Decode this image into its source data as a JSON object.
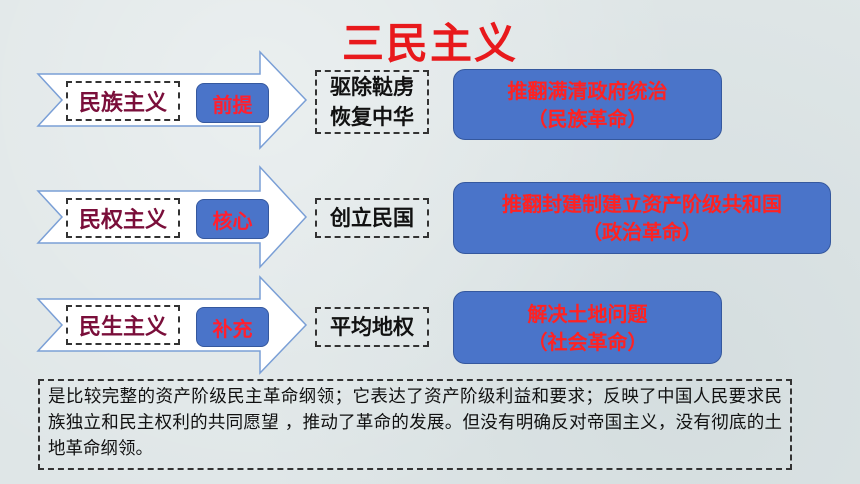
{
  "title": "三民主义",
  "rows": [
    {
      "principle": "民族主义",
      "tag": "前提",
      "slogan": [
        "驱除鞑虏",
        "恢复中华"
      ],
      "result": [
        "推翻满清政府统治",
        "（民族革命）"
      ]
    },
    {
      "principle": "民权主义",
      "tag": "核心",
      "slogan": [
        "创立民国"
      ],
      "result": [
        "推翻封建制建立资产阶级共和国",
        "（政治革命）"
      ]
    },
    {
      "principle": "民生主义",
      "tag": "补充",
      "slogan": [
        "平均地权"
      ],
      "result": [
        "解决土地问题",
        "（社会革命）"
      ]
    }
  ],
  "summary": "是比较完整的资产阶级民主革命纲领；它表达了资产阶级利益和要求；反映了中国人民要求民族独立和民主权利的共同愿望 ，推动了革命的发展。但没有明确反对帝国主义，没有彻底的土地革命纲领。",
  "colors": {
    "title": "#e8191c",
    "box": "#4a74c9",
    "tag_text": "#ff1f2f",
    "principle_text": "#7a0e3a",
    "arrow_fill": "#ffffff",
    "arrow_stroke": "#7a9fd6"
  }
}
